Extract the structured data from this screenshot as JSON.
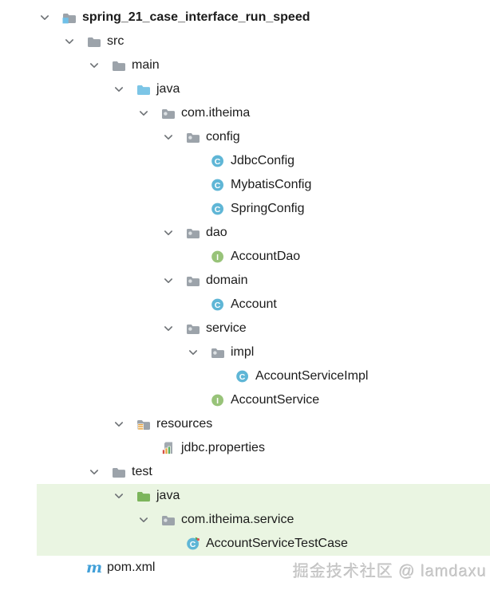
{
  "colors": {
    "chevron": "#6E7276",
    "text": "#1B1B1B",
    "folder_gray": "#9CA3AA",
    "folder_blue": "#7CC5E6",
    "folder_green": "#7CB55C",
    "module_badge_blue": "#6FC0E8",
    "package_dot": "#DDE1E4",
    "resources_amber": "#E8A33D",
    "class_blue": "#5FB6D6",
    "interface_green": "#98C379",
    "icon_letter": "#FFFFFF",
    "run_green": "#4CA64C",
    "run_red": "#E05555",
    "properties_page": "#A2A9B0",
    "bar_red": "#D64F44",
    "bar_amber": "#E8A33D",
    "bar_green": "#5BAE5B",
    "maven_blue": "#42A0D8",
    "highlight_bg": "#EAF5E2",
    "watermark_gray": "#C9C9C9"
  },
  "watermark": {
    "text": "掘金技术社区 @ lamdaxu"
  },
  "tree": {
    "rows": [
      {
        "id": "root",
        "label": "spring_21_case_interface_run_speed",
        "level": 0,
        "expandable": true,
        "icon": "module-folder",
        "bold": true,
        "highlighted": false
      },
      {
        "id": "src",
        "label": "src",
        "level": 1,
        "expandable": true,
        "icon": "folder",
        "bold": false,
        "highlighted": false
      },
      {
        "id": "main",
        "label": "main",
        "level": 2,
        "expandable": true,
        "icon": "folder",
        "bold": false,
        "highlighted": false
      },
      {
        "id": "java-main",
        "label": "java",
        "level": 3,
        "expandable": true,
        "icon": "source-folder",
        "bold": false,
        "highlighted": false
      },
      {
        "id": "com-itheima",
        "label": "com.itheima",
        "level": 4,
        "expandable": true,
        "icon": "package",
        "bold": false,
        "highlighted": false
      },
      {
        "id": "config",
        "label": "config",
        "level": 5,
        "expandable": true,
        "icon": "package",
        "bold": false,
        "highlighted": false
      },
      {
        "id": "jdbc-config",
        "label": "JdbcConfig",
        "level": 6,
        "expandable": false,
        "icon": "class",
        "bold": false,
        "highlighted": false
      },
      {
        "id": "mybatis-config",
        "label": "MybatisConfig",
        "level": 6,
        "expandable": false,
        "icon": "class",
        "bold": false,
        "highlighted": false
      },
      {
        "id": "spring-config",
        "label": "SpringConfig",
        "level": 6,
        "expandable": false,
        "icon": "class",
        "bold": false,
        "highlighted": false
      },
      {
        "id": "dao",
        "label": "dao",
        "level": 5,
        "expandable": true,
        "icon": "package",
        "bold": false,
        "highlighted": false
      },
      {
        "id": "account-dao",
        "label": "AccountDao",
        "level": 6,
        "expandable": false,
        "icon": "interface",
        "bold": false,
        "highlighted": false
      },
      {
        "id": "domain",
        "label": "domain",
        "level": 5,
        "expandable": true,
        "icon": "package",
        "bold": false,
        "highlighted": false
      },
      {
        "id": "account",
        "label": "Account",
        "level": 6,
        "expandable": false,
        "icon": "class",
        "bold": false,
        "highlighted": false
      },
      {
        "id": "service",
        "label": "service",
        "level": 5,
        "expandable": true,
        "icon": "package",
        "bold": false,
        "highlighted": false
      },
      {
        "id": "impl",
        "label": "impl",
        "level": 6,
        "expandable": true,
        "icon": "package",
        "bold": false,
        "highlighted": false
      },
      {
        "id": "account-service-impl",
        "label": "AccountServiceImpl",
        "level": 7,
        "expandable": false,
        "icon": "class",
        "bold": false,
        "highlighted": false
      },
      {
        "id": "account-service",
        "label": "AccountService",
        "level": 6,
        "expandable": false,
        "icon": "interface",
        "bold": false,
        "highlighted": false
      },
      {
        "id": "resources",
        "label": "resources",
        "level": 3,
        "expandable": true,
        "icon": "resources-folder",
        "bold": false,
        "highlighted": false
      },
      {
        "id": "jdbc-properties",
        "label": "jdbc.properties",
        "level": 4,
        "expandable": false,
        "icon": "properties-file",
        "bold": false,
        "highlighted": false
      },
      {
        "id": "test",
        "label": "test",
        "level": 2,
        "expandable": true,
        "icon": "folder",
        "bold": false,
        "highlighted": false
      },
      {
        "id": "java-test",
        "label": "java",
        "level": 3,
        "expandable": true,
        "icon": "test-folder",
        "bold": false,
        "highlighted": true
      },
      {
        "id": "com-itheima-service",
        "label": "com.itheima.service",
        "level": 4,
        "expandable": true,
        "icon": "package",
        "bold": false,
        "highlighted": true
      },
      {
        "id": "account-service-test-case",
        "label": "AccountServiceTestCase",
        "level": 5,
        "expandable": false,
        "icon": "test-class",
        "bold": false,
        "highlighted": true
      },
      {
        "id": "pom-xml",
        "label": "pom.xml",
        "level": 1,
        "expandable": false,
        "icon": "maven",
        "bold": false,
        "highlighted": false
      }
    ]
  }
}
